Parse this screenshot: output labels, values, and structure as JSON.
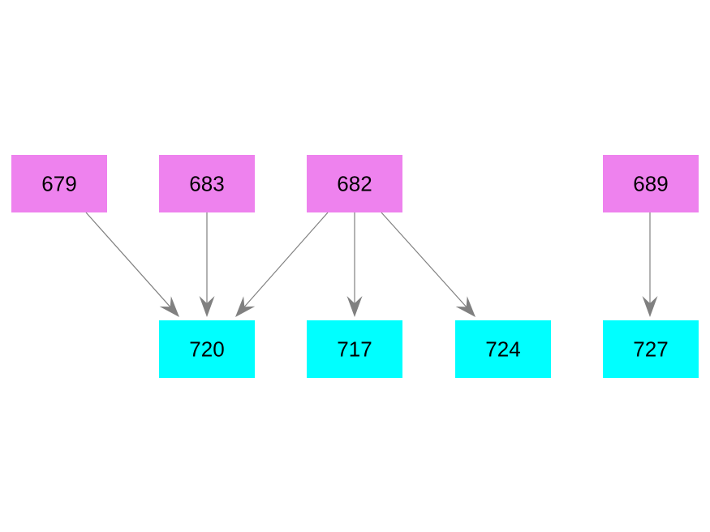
{
  "colors": {
    "source_node": "#ee82ee",
    "target_node": "#00ffff",
    "edge": "#808080",
    "background": "#ffffff"
  },
  "nodes": [
    {
      "id": "n679",
      "label": "679",
      "role": "source"
    },
    {
      "id": "n683",
      "label": "683",
      "role": "source"
    },
    {
      "id": "n682",
      "label": "682",
      "role": "source"
    },
    {
      "id": "n689",
      "label": "689",
      "role": "source"
    },
    {
      "id": "n720",
      "label": "720",
      "role": "target"
    },
    {
      "id": "n717",
      "label": "717",
      "role": "target"
    },
    {
      "id": "n724",
      "label": "724",
      "role": "target"
    },
    {
      "id": "n727",
      "label": "727",
      "role": "target"
    }
  ],
  "edges": [
    {
      "from": "n679",
      "to": "n720"
    },
    {
      "from": "n683",
      "to": "n720"
    },
    {
      "from": "n682",
      "to": "n720"
    },
    {
      "from": "n682",
      "to": "n717"
    },
    {
      "from": "n682",
      "to": "n724"
    },
    {
      "from": "n689",
      "to": "n727"
    }
  ]
}
